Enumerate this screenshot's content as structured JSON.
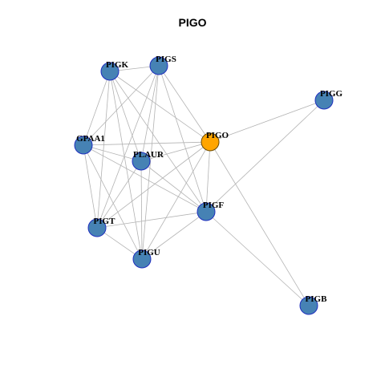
{
  "title": "PIGO",
  "colors": {
    "node_fill": "#4682B4",
    "node_stroke": "#1f2fbf",
    "focus_fill": "#FFA500",
    "focus_stroke": "#6b4a00",
    "edge": "#b3b3b3"
  },
  "nodes": [
    {
      "id": "PIGK",
      "label": "PIGK",
      "focus": false
    },
    {
      "id": "PIGS",
      "label": "PIGS",
      "focus": false
    },
    {
      "id": "PIGG",
      "label": "PIGG",
      "focus": false
    },
    {
      "id": "GPAA1",
      "label": "GPAA1",
      "focus": false
    },
    {
      "id": "PIGO",
      "label": "PIGO",
      "focus": true
    },
    {
      "id": "PLAUR",
      "label": "PLAUR",
      "focus": false
    },
    {
      "id": "PIGF",
      "label": "PIGF",
      "focus": false
    },
    {
      "id": "PIGT",
      "label": "PIGT",
      "focus": false
    },
    {
      "id": "PIGU",
      "label": "PIGU",
      "focus": false
    },
    {
      "id": "PIGB",
      "label": "PIGB",
      "focus": false
    }
  ],
  "edges": [
    [
      "PIGK",
      "PIGS"
    ],
    [
      "PIGK",
      "GPAA1"
    ],
    [
      "PIGK",
      "PLAUR"
    ],
    [
      "PIGK",
      "PIGO"
    ],
    [
      "PIGK",
      "PIGF"
    ],
    [
      "PIGK",
      "PIGT"
    ],
    [
      "PIGK",
      "PIGU"
    ],
    [
      "PIGS",
      "GPAA1"
    ],
    [
      "PIGS",
      "PLAUR"
    ],
    [
      "PIGS",
      "PIGO"
    ],
    [
      "PIGS",
      "PIGF"
    ],
    [
      "PIGS",
      "PIGT"
    ],
    [
      "PIGS",
      "PIGU"
    ],
    [
      "GPAA1",
      "PIGO"
    ],
    [
      "GPAA1",
      "PLAUR"
    ],
    [
      "GPAA1",
      "PIGF"
    ],
    [
      "GPAA1",
      "PIGT"
    ],
    [
      "GPAA1",
      "PIGU"
    ],
    [
      "PLAUR",
      "PIGO"
    ],
    [
      "PLAUR",
      "PIGF"
    ],
    [
      "PLAUR",
      "PIGT"
    ],
    [
      "PLAUR",
      "PIGU"
    ],
    [
      "PIGO",
      "PIGG"
    ],
    [
      "PIGO",
      "PIGF"
    ],
    [
      "PIGO",
      "PIGT"
    ],
    [
      "PIGO",
      "PIGU"
    ],
    [
      "PIGO",
      "PIGB"
    ],
    [
      "PIGG",
      "PIGF"
    ],
    [
      "PIGF",
      "PIGT"
    ],
    [
      "PIGF",
      "PIGU"
    ],
    [
      "PIGF",
      "PIGB"
    ],
    [
      "PIGT",
      "PIGU"
    ]
  ]
}
